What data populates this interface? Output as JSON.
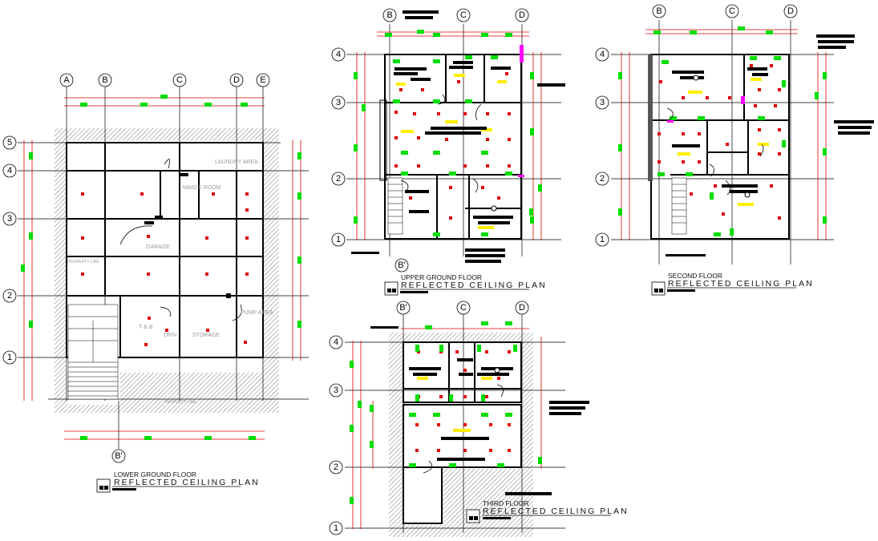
{
  "plans": {
    "lower": {
      "floor": "LOWER GROUND FLOOR",
      "title": "REFLECTED CEILING PLAN",
      "grid_cols": [
        "A",
        "B",
        "C",
        "D",
        "E"
      ],
      "grid_rows": [
        "5",
        "4",
        "3",
        "2",
        "1"
      ],
      "extra_col": "B'",
      "rooms": {
        "laundry": "LAUNDRY AREA",
        "maids": "MAID'S ROOM",
        "garage": "GARAGE",
        "tb": "T & B",
        "driv": "DRIV.",
        "storage": "STORAGE",
        "pump": "PUMP AREA",
        "property1": "PROPERTY LINE",
        "property2": "PROPERTY LINE"
      }
    },
    "upper": {
      "floor": "UPPER GROUND FLOOR",
      "title": "REFLECTED CEILING PLAN",
      "grid_cols": [
        "B",
        "C",
        "D"
      ],
      "grid_rows": [
        "4",
        "3",
        "2",
        "1"
      ],
      "extra_col": "B'"
    },
    "second": {
      "floor": "SECOND FLOOR",
      "title": "REFLECTED CEILING PLAN",
      "grid_cols": [
        "B",
        "C",
        "D"
      ],
      "grid_rows": [
        "4",
        "3",
        "2",
        "1"
      ]
    },
    "third": {
      "floor": "THIRD FLOOR",
      "title": "REFLECTED CEILING PLAN",
      "grid_cols": [
        "B'",
        "C",
        "D"
      ],
      "grid_rows": [
        "4",
        "3",
        "2",
        "1"
      ]
    }
  },
  "colors": {
    "dimension": "#e00000",
    "marker": "#00dd00",
    "fixture": "#ffee00",
    "wall": "#000000",
    "gridline": "#000000"
  }
}
